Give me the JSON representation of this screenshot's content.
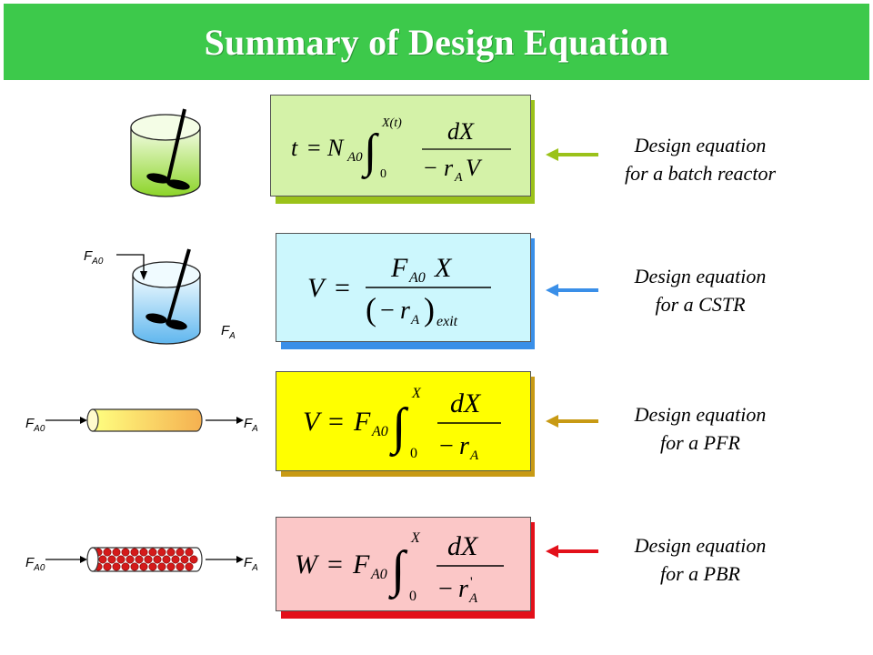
{
  "title": "Summary of Design Equation",
  "colors": {
    "title_bg": "#3dc94b",
    "batch_fill": "#d4f2a8",
    "batch_shadow": "#9bc21a",
    "batch_arrow": "#9bc21a",
    "cstr_fill": "#ccf7fd",
    "cstr_shadow": "#3a8fe8",
    "cstr_arrow": "#3a8fe8",
    "pfr_fill": "#ffff00",
    "pfr_shadow": "#c89a14",
    "pfr_arrow": "#c89a14",
    "pbr_fill": "#fbc7c7",
    "pbr_shadow": "#e3101a",
    "pbr_arrow": "#e3101a"
  },
  "rows": [
    {
      "id": "batch",
      "equation": "t = N_A0 ∫_0^X(t) dX / (−r_A V)",
      "desc_line1": "Design equation",
      "desc_line2": "for a batch reactor",
      "icon": "batch-reactor-tank-icon"
    },
    {
      "id": "cstr",
      "equation": "V = F_A0 X / (−r_A)_exit",
      "desc_line1": "Design equation",
      "desc_line2": "for a CSTR",
      "icon": "cstr-tank-icon",
      "inlet_label": "F",
      "inlet_sub": "A0",
      "outlet_label": "F",
      "outlet_sub": "A"
    },
    {
      "id": "pfr",
      "equation": "V = F_A0 ∫_0^X dX / (−r_A)",
      "desc_line1": "Design equation",
      "desc_line2": "for a PFR",
      "icon": "pfr-tube-icon",
      "inlet_label": "F",
      "inlet_sub": "A0",
      "outlet_label": "F",
      "outlet_sub": "A"
    },
    {
      "id": "pbr",
      "equation": "W = F_A0 ∫_0^X dX / (−r'_A)",
      "desc_line1": "Design equation",
      "desc_line2": "for a PBR",
      "icon": "pbr-packed-tube-icon",
      "inlet_label": "F",
      "inlet_sub": "A0",
      "outlet_label": "F",
      "outlet_sub": "A"
    }
  ]
}
